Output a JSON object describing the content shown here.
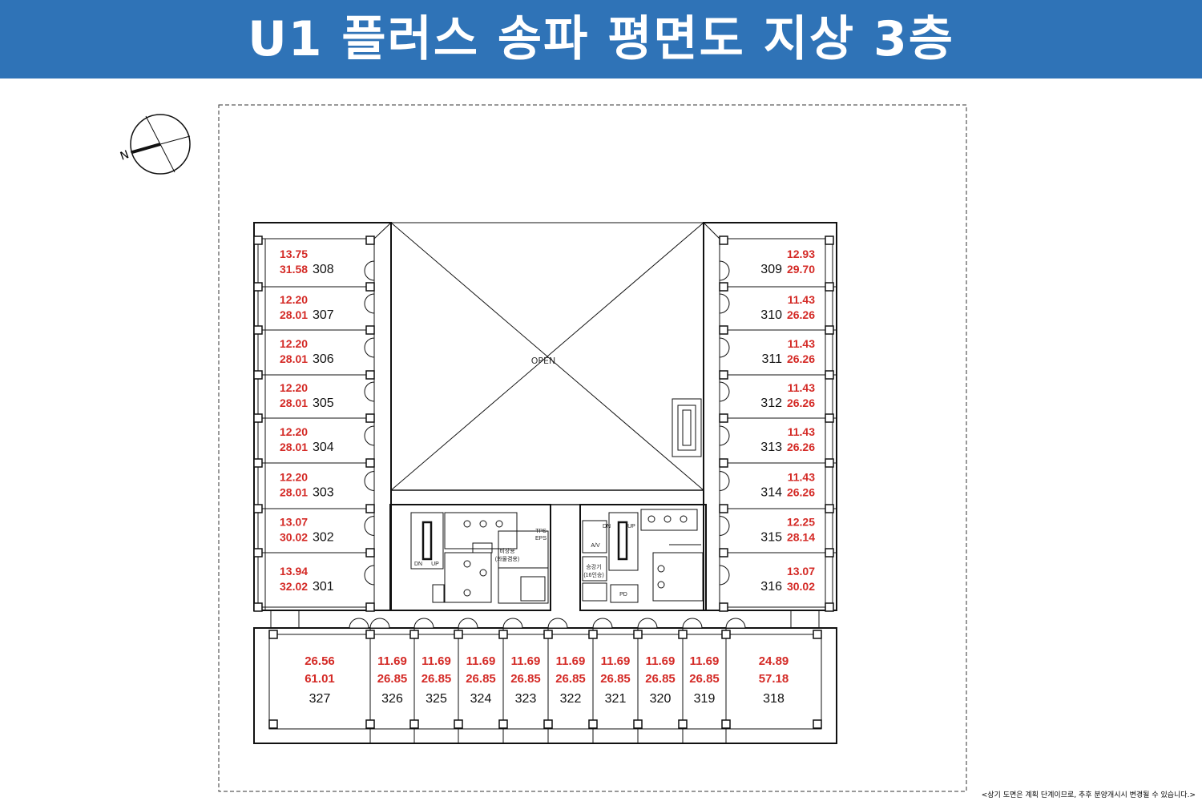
{
  "header": {
    "title": "U1 플러스 송파 평면도 지상 3층",
    "background_color": "#2f73b7"
  },
  "compass": {
    "north_label": "N"
  },
  "core": {
    "open_label": "OPEN"
  },
  "colors": {
    "area_text": "#d42a26",
    "line": "#111111",
    "room_text": "#111111"
  },
  "units": [
    {
      "no": "308",
      "area_a": "13.75",
      "area_b": "31.58"
    },
    {
      "no": "307",
      "area_a": "12.20",
      "area_b": "28.01"
    },
    {
      "no": "306",
      "area_a": "12.20",
      "area_b": "28.01"
    },
    {
      "no": "305",
      "area_a": "12.20",
      "area_b": "28.01"
    },
    {
      "no": "304",
      "area_a": "12.20",
      "area_b": "28.01"
    },
    {
      "no": "303",
      "area_a": "12.20",
      "area_b": "28.01"
    },
    {
      "no": "302",
      "area_a": "13.07",
      "area_b": "30.02"
    },
    {
      "no": "301",
      "area_a": "13.94",
      "area_b": "32.02"
    },
    {
      "no": "309",
      "area_a": "12.93",
      "area_b": "29.70"
    },
    {
      "no": "310",
      "area_a": "11.43",
      "area_b": "26.26"
    },
    {
      "no": "311",
      "area_a": "11.43",
      "area_b": "26.26"
    },
    {
      "no": "312",
      "area_a": "11.43",
      "area_b": "26.26"
    },
    {
      "no": "313",
      "area_a": "11.43",
      "area_b": "26.26"
    },
    {
      "no": "314",
      "area_a": "11.43",
      "area_b": "26.26"
    },
    {
      "no": "315",
      "area_a": "12.25",
      "area_b": "28.14"
    },
    {
      "no": "316",
      "area_a": "13.07",
      "area_b": "30.02"
    },
    {
      "no": "327",
      "area_a": "26.56",
      "area_b": "61.01"
    },
    {
      "no": "326",
      "area_a": "11.69",
      "area_b": "26.85"
    },
    {
      "no": "325",
      "area_a": "11.69",
      "area_b": "26.85"
    },
    {
      "no": "324",
      "area_a": "11.69",
      "area_b": "26.85"
    },
    {
      "no": "323",
      "area_a": "11.69",
      "area_b": "26.85"
    },
    {
      "no": "322",
      "area_a": "11.69",
      "area_b": "26.85"
    },
    {
      "no": "321",
      "area_a": "11.69",
      "area_b": "26.85"
    },
    {
      "no": "320",
      "area_a": "11.69",
      "area_b": "26.85"
    },
    {
      "no": "319",
      "area_a": "11.69",
      "area_b": "26.85"
    },
    {
      "no": "318",
      "area_a": "24.89",
      "area_b": "57.18"
    }
  ],
  "core_labels": [
    "TPS",
    "EPS",
    "A/V",
    "PD",
    "DN",
    "UP",
    "DN",
    "UP",
    "비상용",
    "(화물겸용)",
    "승강기",
    "(16인승)"
  ],
  "footer": {
    "notice": "<상기 도면은 계획 단계이므로, 추후 분양개시시 변경될 수 있습니다.>"
  }
}
